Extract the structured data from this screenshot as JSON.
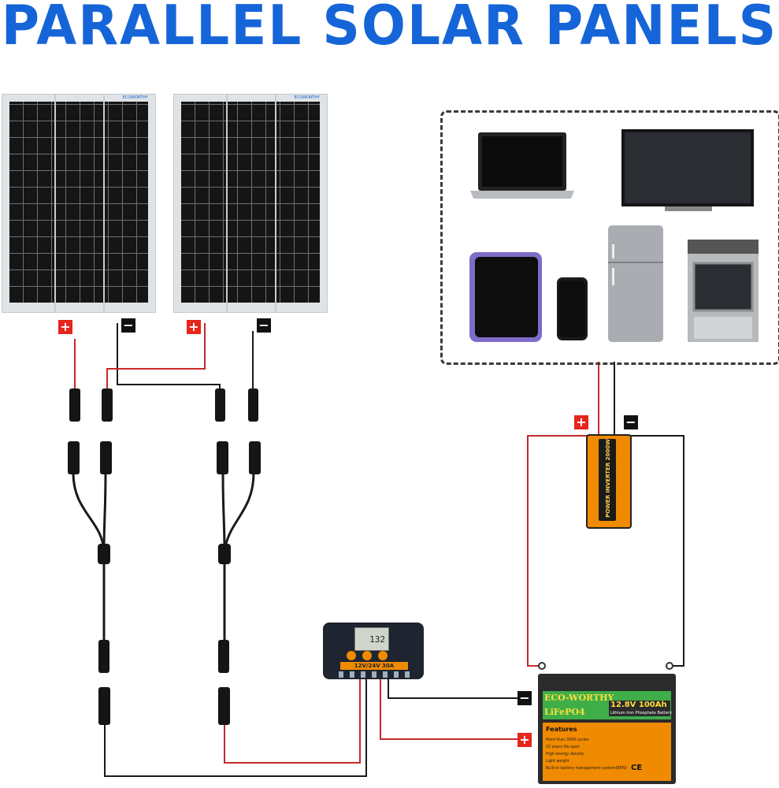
{
  "title": "PARALLEL SOLAR PANELS",
  "signs": {
    "plus": "+",
    "minus": "−"
  },
  "panels": [
    {
      "brand": "ECOWORTHY"
    },
    {
      "brand": "ECOWORTHY"
    }
  ],
  "controller": {
    "display": "132",
    "label": "12V/24V 30A"
  },
  "inverter": {
    "text": "POWER INVERTER 2000W"
  },
  "battery": {
    "brand": "ECO-WORTHY",
    "chemistry": "LiFePO4",
    "rating": "12.8V 100Ah",
    "subtitle": "Lithium Iron Phosphate Battery",
    "features_title": "Features",
    "features": [
      "More than 3000 cycles",
      "10 years life span",
      "High energy density",
      "Light weight",
      "Built-in battery management system(BMS)"
    ],
    "marks": "CE"
  },
  "devices": [
    "laptop-icon",
    "tv-icon",
    "tablet-icon",
    "phone-icon",
    "fridge-icon",
    "oven-icon"
  ],
  "colors": {
    "title": "#1565d8",
    "positive": "#e5261d",
    "negative": "#111111",
    "battery_green": "#3fae49",
    "battery_orange": "#f08a00"
  }
}
